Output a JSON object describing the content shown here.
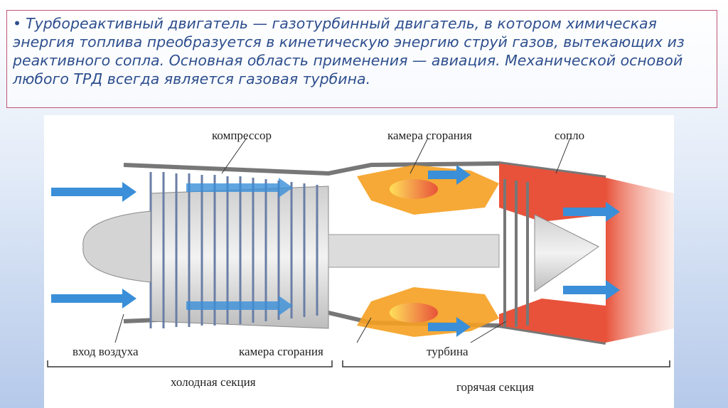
{
  "slide": {
    "bullet_glyph": "•",
    "text": "Турбореактивный двигатель — газотурбинный двигатель, в котором химическая энергия топлива преобразуется в кинетическую энергию струй газов, вытекающих из реактивного сопла. Основная область применения — авиация. Механической основой любого ТРД всегда является газовая турбина."
  },
  "diagram": {
    "labels": {
      "compressor": "компрессор",
      "combustion_top": "камера сгорания",
      "nozzle": "сопло",
      "air_inlet": "вход воздуха",
      "combustion_bottom": "камера сгорания",
      "turbine": "турбина",
      "cold_section": "холодная секция",
      "hot_section": "горячая секция"
    },
    "colors": {
      "air_flow": "#3a8fd8",
      "combustion": "#f5a020",
      "nozzle": "#e8523a",
      "casing": "#9a9a9a"
    }
  }
}
